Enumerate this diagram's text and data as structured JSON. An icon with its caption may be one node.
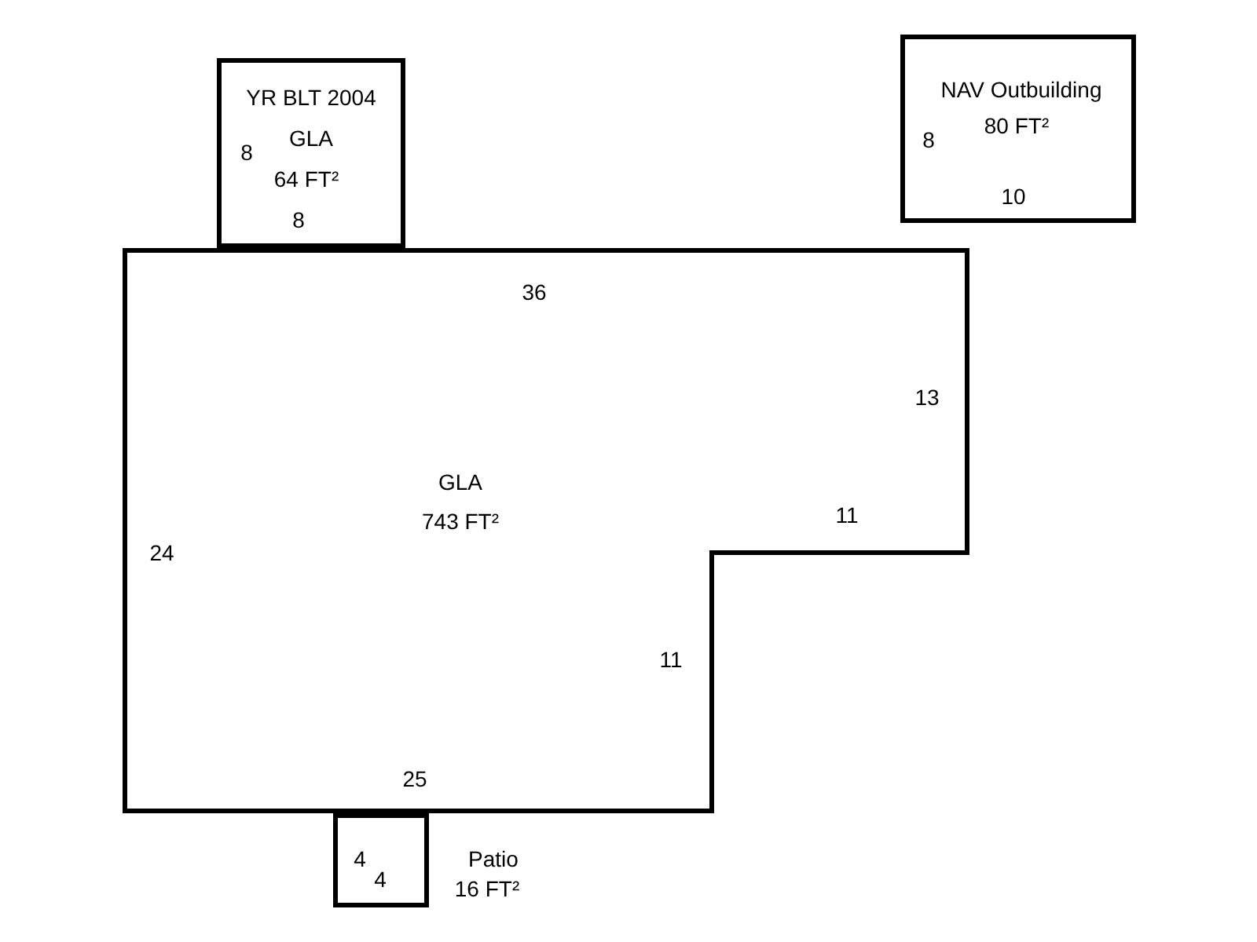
{
  "diagram": {
    "nodes": [
      {
        "text": [
          "YR BLT 2004",
          "GLA",
          "64 FT²"
        ]
      },
      {
        "text": [
          "NAV Outbuilding",
          "80 FT²"
        ]
      },
      {
        "text": [
          "GLA",
          "743 FT²"
        ]
      },
      {
        "text": [],
        "shape": "box",
        "beside": [
          "Patio",
          "16 FT²"
        ]
      }
    ],
    "labels": [
      "8",
      "8",
      "8",
      "10",
      "36",
      "13",
      "11",
      "24",
      "11",
      "25",
      "4",
      "4"
    ]
  }
}
